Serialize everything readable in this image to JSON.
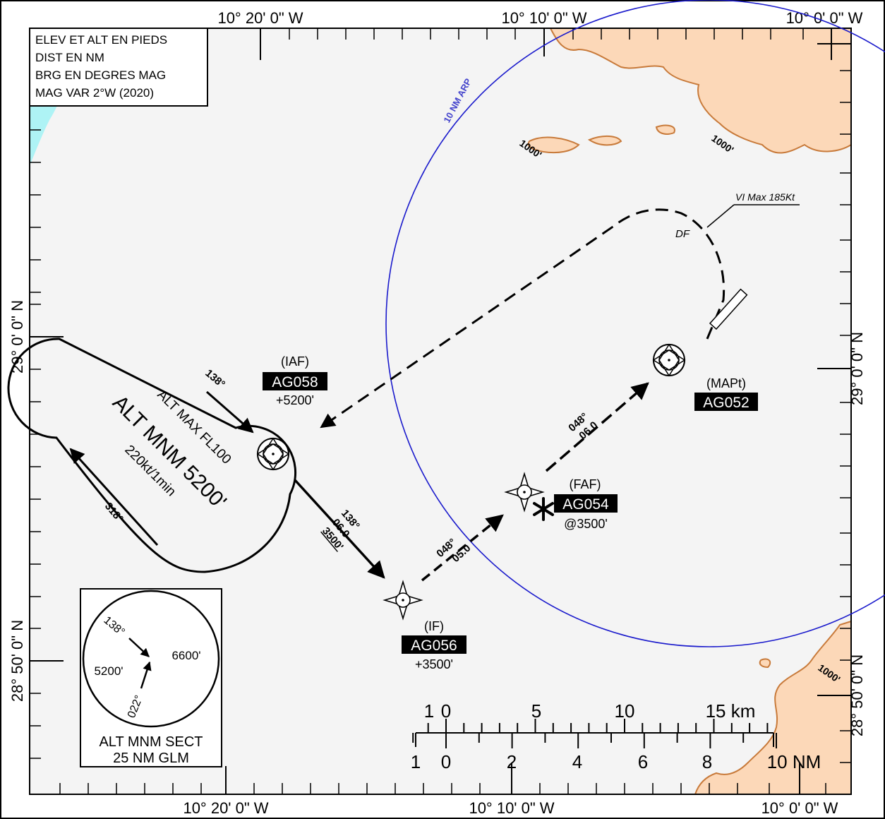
{
  "notes": {
    "line1": "ELEV ET ALT EN PIEDS",
    "line2": "DIST EN NM",
    "line3": "BRG EN DEGRES MAG",
    "line4": "MAG VAR 2°W (2020)"
  },
  "coords": {
    "top_left": "10° 20' 0\" W",
    "top_mid": "10° 10' 0\" W",
    "top_right": "10° 0' 0\" W",
    "bottom_left": "10° 20' 0\" W",
    "bottom_mid": "10° 10' 0\" W",
    "bottom_right": "10° 0' 0\" W",
    "left_upper": "29° 0' 0\" N",
    "left_lower": "28° 50' 0\" N",
    "right_upper": "29° 0' 0\" N",
    "right_lower": "28° 50' 0\" N"
  },
  "arp_label": "10 NM ARP",
  "contours": {
    "c1": "1000'",
    "c2": "1000'",
    "c3": "1000'"
  },
  "vi_max": "VI Max 185Kt",
  "df": "DF",
  "holding": {
    "inbound_brg": "138°",
    "outbound_brg": "318°",
    "alt_max": "ALT MAX FL100",
    "alt_mnm": "ALT MNM 5200'",
    "speed": "220kt/1min"
  },
  "waypoints": {
    "iaf": {
      "role": "(IAF)",
      "name": "AG058",
      "alt": "+5200'"
    },
    "if": {
      "role": "(IF)",
      "name": "AG056",
      "alt": "+3500'"
    },
    "faf": {
      "role": "(FAF)",
      "name": "AG054",
      "alt": "@3500'"
    },
    "mapt": {
      "role": "(MAPt)",
      "name": "AG052"
    }
  },
  "legs": {
    "iaf_if_brg": "138°",
    "iaf_if_dist": "06.0",
    "iaf_if_alt": "3500'",
    "if_faf_brg": "048°",
    "if_faf_dist": "05.0",
    "faf_mapt_brg": "048°",
    "faf_mapt_dist": "06.0"
  },
  "msa": {
    "brg_a": "138°",
    "brg_b": "022°",
    "alt_w": "5200'",
    "alt_e": "6600'",
    "title1": "ALT MNM SECT",
    "title2": "25 NM GLM"
  },
  "scale": {
    "km_labels": [
      "1",
      "0",
      "5",
      "10",
      "15 km"
    ],
    "nm_labels": [
      "1",
      "0",
      "2",
      "4",
      "6",
      "8",
      "10 NM"
    ]
  }
}
